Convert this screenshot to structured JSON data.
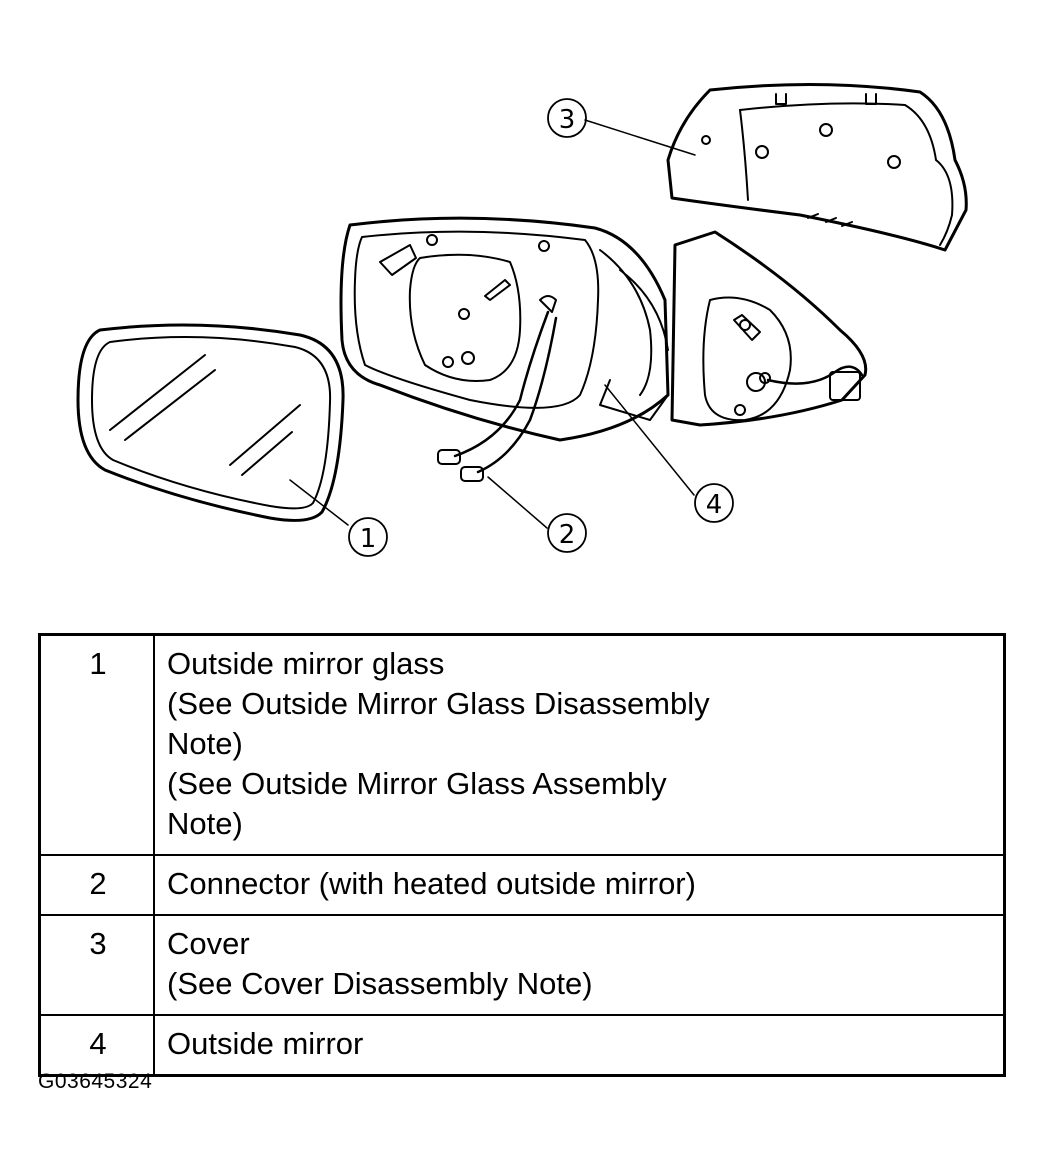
{
  "callouts": [
    {
      "id": "callout-1",
      "label": "1"
    },
    {
      "id": "callout-2",
      "label": "2"
    },
    {
      "id": "callout-3",
      "label": "3"
    },
    {
      "id": "callout-4",
      "label": "4"
    }
  ],
  "legend": {
    "rows": [
      {
        "num": "1",
        "lines": [
          "Outside mirror glass",
          "(See  Outside Mirror Glass Disassembly",
          "Note)",
          "(See  Outside Mirror Glass Assembly",
          "Note)"
        ]
      },
      {
        "num": "2",
        "lines": [
          "Connector (with heated outside mirror)"
        ]
      },
      {
        "num": "3",
        "lines": [
          "Cover",
          "(See  Cover Disassembly Note)"
        ]
      },
      {
        "num": "4",
        "lines": [
          "Outside mirror"
        ]
      }
    ]
  },
  "figure_code": "G03645324"
}
